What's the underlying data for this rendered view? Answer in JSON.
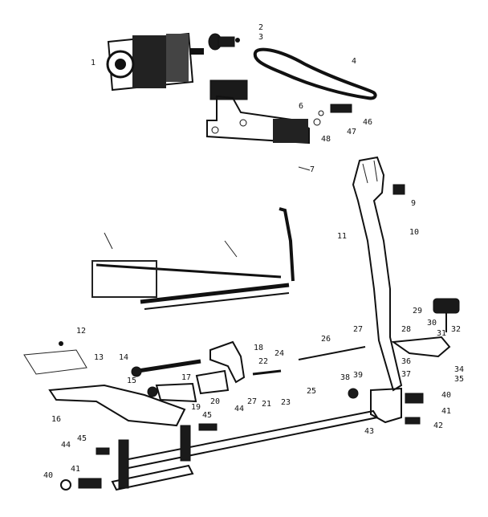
{
  "callouts": [
    {
      "id": "c1",
      "text": "1"
    },
    {
      "id": "c2",
      "text": "2"
    },
    {
      "id": "c3",
      "text": "3"
    },
    {
      "id": "c4",
      "text": "4"
    },
    {
      "id": "c6",
      "text": "6"
    },
    {
      "id": "c46",
      "text": "46"
    },
    {
      "id": "c47",
      "text": "47"
    },
    {
      "id": "c48",
      "text": "48"
    },
    {
      "id": "c7",
      "text": "7"
    },
    {
      "id": "c9",
      "text": "9"
    },
    {
      "id": "c10",
      "text": "10"
    },
    {
      "id": "c11",
      "text": "11"
    },
    {
      "id": "c12",
      "text": "12"
    },
    {
      "id": "c13",
      "text": "13"
    },
    {
      "id": "c14",
      "text": "14"
    },
    {
      "id": "c18",
      "text": "18"
    },
    {
      "id": "c24",
      "text": "24"
    },
    {
      "id": "c22",
      "text": "22"
    },
    {
      "id": "c26",
      "text": "26"
    },
    {
      "id": "c27a",
      "text": "27"
    },
    {
      "id": "c29",
      "text": "29"
    },
    {
      "id": "c30",
      "text": "30"
    },
    {
      "id": "c31",
      "text": "31"
    },
    {
      "id": "c28",
      "text": "28"
    },
    {
      "id": "c32",
      "text": "32"
    },
    {
      "id": "c15",
      "text": "15"
    },
    {
      "id": "c17",
      "text": "17"
    },
    {
      "id": "c20",
      "text": "20"
    },
    {
      "id": "c19",
      "text": "19"
    },
    {
      "id": "c27b",
      "text": "27"
    },
    {
      "id": "c21",
      "text": "21"
    },
    {
      "id": "c23",
      "text": "23"
    },
    {
      "id": "c25",
      "text": "25"
    },
    {
      "id": "c16",
      "text": "16"
    },
    {
      "id": "c45a",
      "text": "45"
    },
    {
      "id": "c44a",
      "text": "44"
    },
    {
      "id": "c38",
      "text": "38"
    },
    {
      "id": "c39",
      "text": "39"
    },
    {
      "id": "c36",
      "text": "36"
    },
    {
      "id": "c37",
      "text": "37"
    },
    {
      "id": "c34",
      "text": "34"
    },
    {
      "id": "c35",
      "text": "35"
    },
    {
      "id": "c40a",
      "text": "40"
    },
    {
      "id": "c41a",
      "text": "41"
    },
    {
      "id": "c42",
      "text": "42"
    },
    {
      "id": "c43",
      "text": "43"
    },
    {
      "id": "c45b",
      "text": "45"
    },
    {
      "id": "c44b",
      "text": "44"
    },
    {
      "id": "c40b",
      "text": "40"
    },
    {
      "id": "c41b",
      "text": "41"
    }
  ]
}
